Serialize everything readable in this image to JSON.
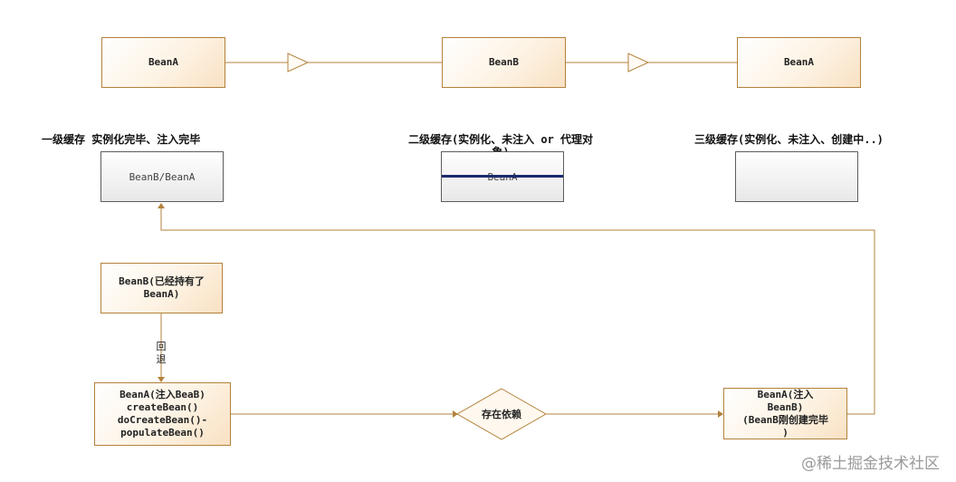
{
  "top_row": {
    "box1": "BeanA",
    "box2": "BeanB",
    "box3": "BeanA"
  },
  "caches": {
    "level1": {
      "title": "一级缓存 实例化完毕、注入完毕",
      "content": "BeanB/BeanA"
    },
    "level2": {
      "title_line1": "二级缓存(实例化、未注入 or 代理对",
      "title_line2": "象)",
      "content": "BeanA"
    },
    "level3": {
      "title": "三级缓存(实例化、未注入、创建中..)",
      "content": ""
    }
  },
  "flow": {
    "beanb_holds": {
      "line1": "BeanB(已经持有了",
      "line2": "BeanA)"
    },
    "rollback_label": {
      "line1": "回",
      "line2": "退"
    },
    "create_box": {
      "line1": "BeanA(注入BeaB)",
      "line2": "createBean()",
      "line3": "doCreateBean()-",
      "line4": "populateBean()"
    },
    "decision": "存在依赖",
    "done_box": {
      "line1": "BeanA(注入",
      "line2": "BeanB)",
      "line3": "(BeanB刚创建完毕",
      "line4": ")"
    }
  },
  "watermark": "@稀土掘金技术社区",
  "colors": {
    "line": "#b3823b",
    "cache_border": "#5c5c5c",
    "highlight_bar": "#1c2a6e"
  }
}
